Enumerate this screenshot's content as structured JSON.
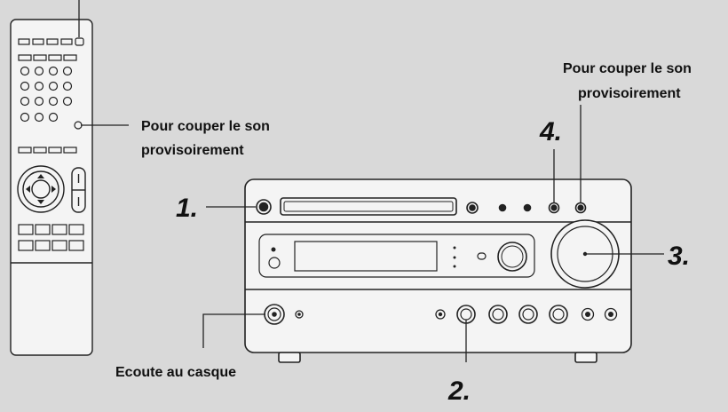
{
  "labels": {
    "mute_remote_line1": "Pour couper le son",
    "mute_remote_line2": "provisoirement",
    "mute_unit_line1": "Pour couper le son",
    "mute_unit_line2": "provisoirement",
    "headphones": "Ecoute au casque"
  },
  "steps": {
    "step1": "1.",
    "step2": "2.",
    "step3": "3.",
    "step4": "4."
  },
  "colors": {
    "background": "#d9d9d9",
    "device_fill": "#f4f4f4",
    "line": "#222222"
  }
}
